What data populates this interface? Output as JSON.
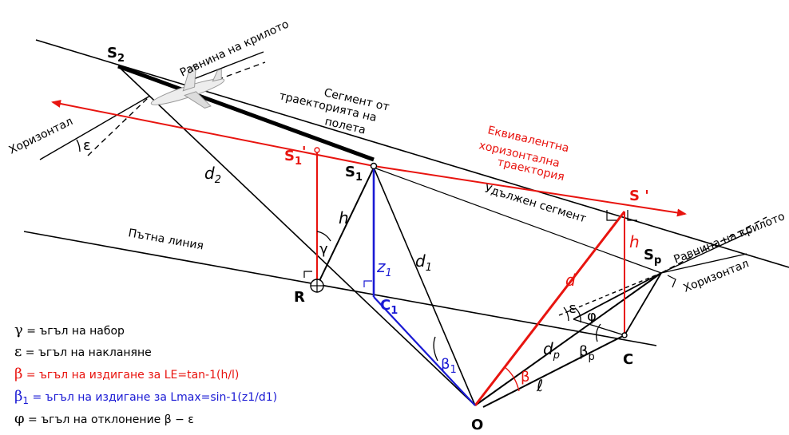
{
  "colors": {
    "black": "#000000",
    "red": "#e8140f",
    "blue": "#1a1ad4",
    "gray": "#cfcfcf"
  },
  "icons": {
    "aircraft": "airplane-icon",
    "right_angle": "right-angle-marker",
    "ground_point": "crosshair-circle"
  },
  "labels": {
    "wing_plane_top": "Равнина на крилото",
    "wing_plane_right": "Равнина на крилото",
    "horizontal_left": "Хоризонтал",
    "horizontal_right": "Хоризонтал",
    "segment_line1": "Сегмент от",
    "segment_line2": "траекторията на",
    "segment_line3": "полета",
    "equiv_line1": "Еквивалентна",
    "equiv_line2": "хоризонтална",
    "equiv_line3": "траектория",
    "extended_segment": "Удължен сегмент",
    "ground_track": "Пътна линия"
  },
  "points": {
    "S2": "S",
    "S2_sub": "2",
    "S1prime": "S",
    "S1prime_sub": "1",
    "S1prime_mark": "'",
    "S1": "S",
    "S1_sub": "1",
    "Sprime": "S '",
    "Sp": "S",
    "Sp_sub": "p",
    "R": "R",
    "C1": "C",
    "C1_sub": "1",
    "C": "C",
    "O": "O"
  },
  "segment_symbols": {
    "d2": "d",
    "d2_sub": "2",
    "h_left": "h",
    "h_right": "h",
    "z1": "z",
    "z1_sub": "1",
    "d1": "d",
    "d1_sub": "1",
    "d": "d",
    "dp": "d",
    "dp_sub": "p",
    "l": "ℓ"
  },
  "angle_symbols": {
    "gamma": "γ",
    "epsilon_left": "ε",
    "epsilon_right": "ε",
    "phi": "φ",
    "beta1": "β",
    "beta1_sub": "1",
    "beta": "β",
    "betap": "β",
    "betap_sub": "p"
  },
  "legend": [
    {
      "symbol": "γ",
      "sub": "",
      "text": " = ъгъл на набор",
      "color": "#000000"
    },
    {
      "symbol": "ε",
      "sub": "",
      "text": " = ъгъл на накланяне",
      "color": "#000000"
    },
    {
      "symbol": "β",
      "sub": "",
      "text": " = ъгъл на издигане за LE=tan-1(h/l)",
      "color": "#e8140f"
    },
    {
      "symbol": "β",
      "sub": "1",
      "text": " = ъгъл на издигане за Lmax=sin-1(z1/d1)",
      "color": "#1a1ad4"
    },
    {
      "symbol": "φ",
      "sub": "",
      "text": " = ъгъл на отклонение  β − ε",
      "color": "#000000"
    }
  ]
}
